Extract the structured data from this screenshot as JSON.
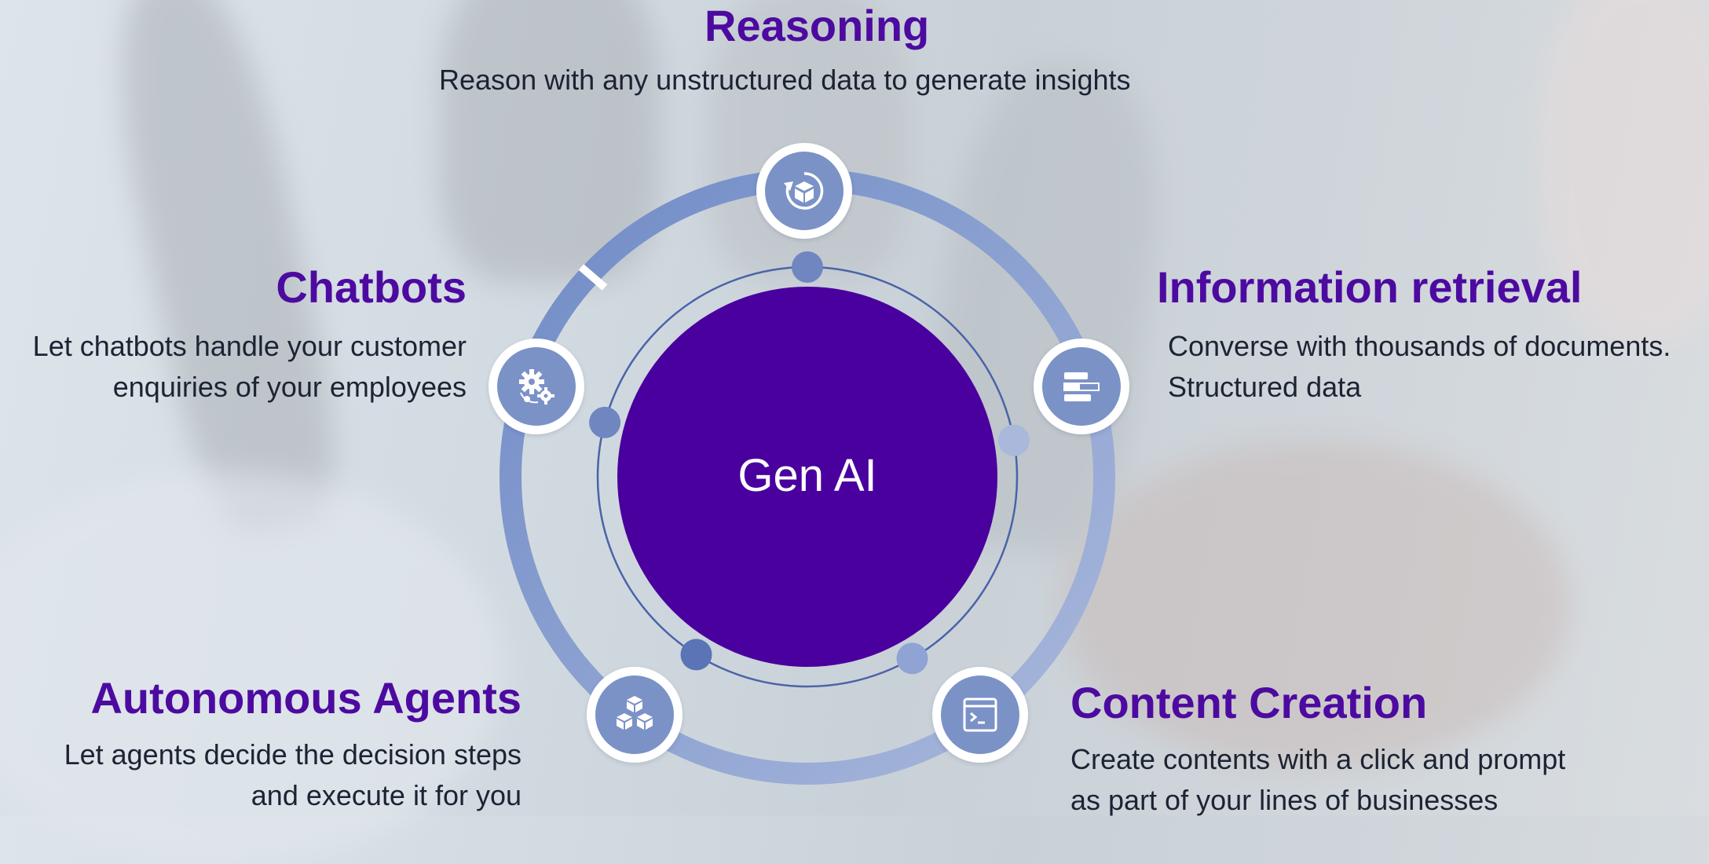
{
  "center": {
    "label": "Gen AI"
  },
  "items": [
    {
      "title": "Reasoning",
      "lines": [
        "Reason with any unstructured data to generate insights"
      ],
      "icon": "cube-cycle-icon"
    },
    {
      "title": "Information retrieval",
      "lines": [
        "Converse with thousands of documents.",
        "Structured data"
      ],
      "icon": "document-list-icon"
    },
    {
      "title": "Content Creation",
      "lines": [
        "Create contents with a click and prompt",
        "as part of your lines of businesses"
      ],
      "icon": "terminal-window-icon"
    },
    {
      "title": "Autonomous Agents",
      "lines": [
        "Let agents decide the decision steps",
        "and execute it for you"
      ],
      "icon": "cubes-network-icon"
    },
    {
      "title": "Chatbots",
      "lines": [
        "Let chatbots handle your customer",
        "enquiries of your employees"
      ],
      "icon": "gears-icon"
    }
  ],
  "colors": {
    "title": "#4d0aa0",
    "center": "#4a009e",
    "ring": "#7d96cc",
    "node": "#7b92c6",
    "text": "#1c2333"
  }
}
